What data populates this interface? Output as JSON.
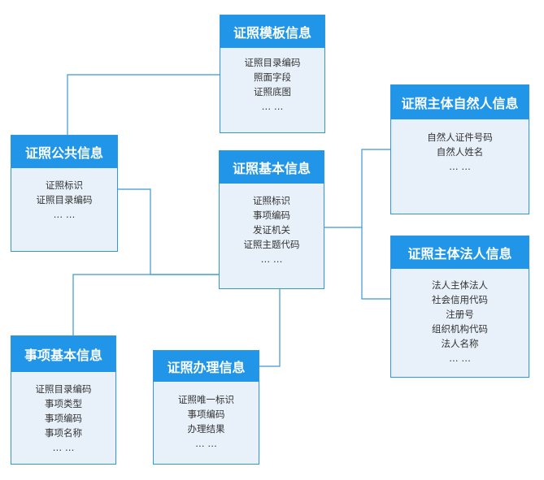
{
  "colors": {
    "header": "#2196e9",
    "border": "#2f97de",
    "panel": "#e8f1fa",
    "line": "#3a98d9"
  },
  "entities": [
    {
      "id": "template",
      "title": "证照模板信息",
      "fields": [
        "证照目录编码",
        "照面字段",
        "证照底图",
        "… …"
      ]
    },
    {
      "id": "public",
      "title": "证照公共信息",
      "fields": [
        "证照标识",
        "证照目录编码",
        "… …"
      ]
    },
    {
      "id": "basic",
      "title": "证照基本信息",
      "fields": [
        "证照标识",
        "事项编码",
        "发证机关",
        "证照主题代码",
        "… …"
      ]
    },
    {
      "id": "natural",
      "title": "证照主体自然人信息",
      "fields": [
        "自然人证件号码",
        "自然人姓名",
        "… …"
      ]
    },
    {
      "id": "legal",
      "title": "证照主体法人信息",
      "fields": [
        "法人主体法人",
        "社会信用代码",
        "注册号",
        "组织机构代码",
        "法人名称",
        "… …"
      ]
    },
    {
      "id": "item",
      "title": "事项基本信息",
      "fields": [
        "证照目录编码",
        "事项类型",
        "事项编码",
        "事项名称",
        "… …"
      ]
    },
    {
      "id": "process",
      "title": "证照办理信息",
      "fields": [
        "证照唯一标识",
        "事项编码",
        "办理结果",
        "… …"
      ]
    }
  ]
}
